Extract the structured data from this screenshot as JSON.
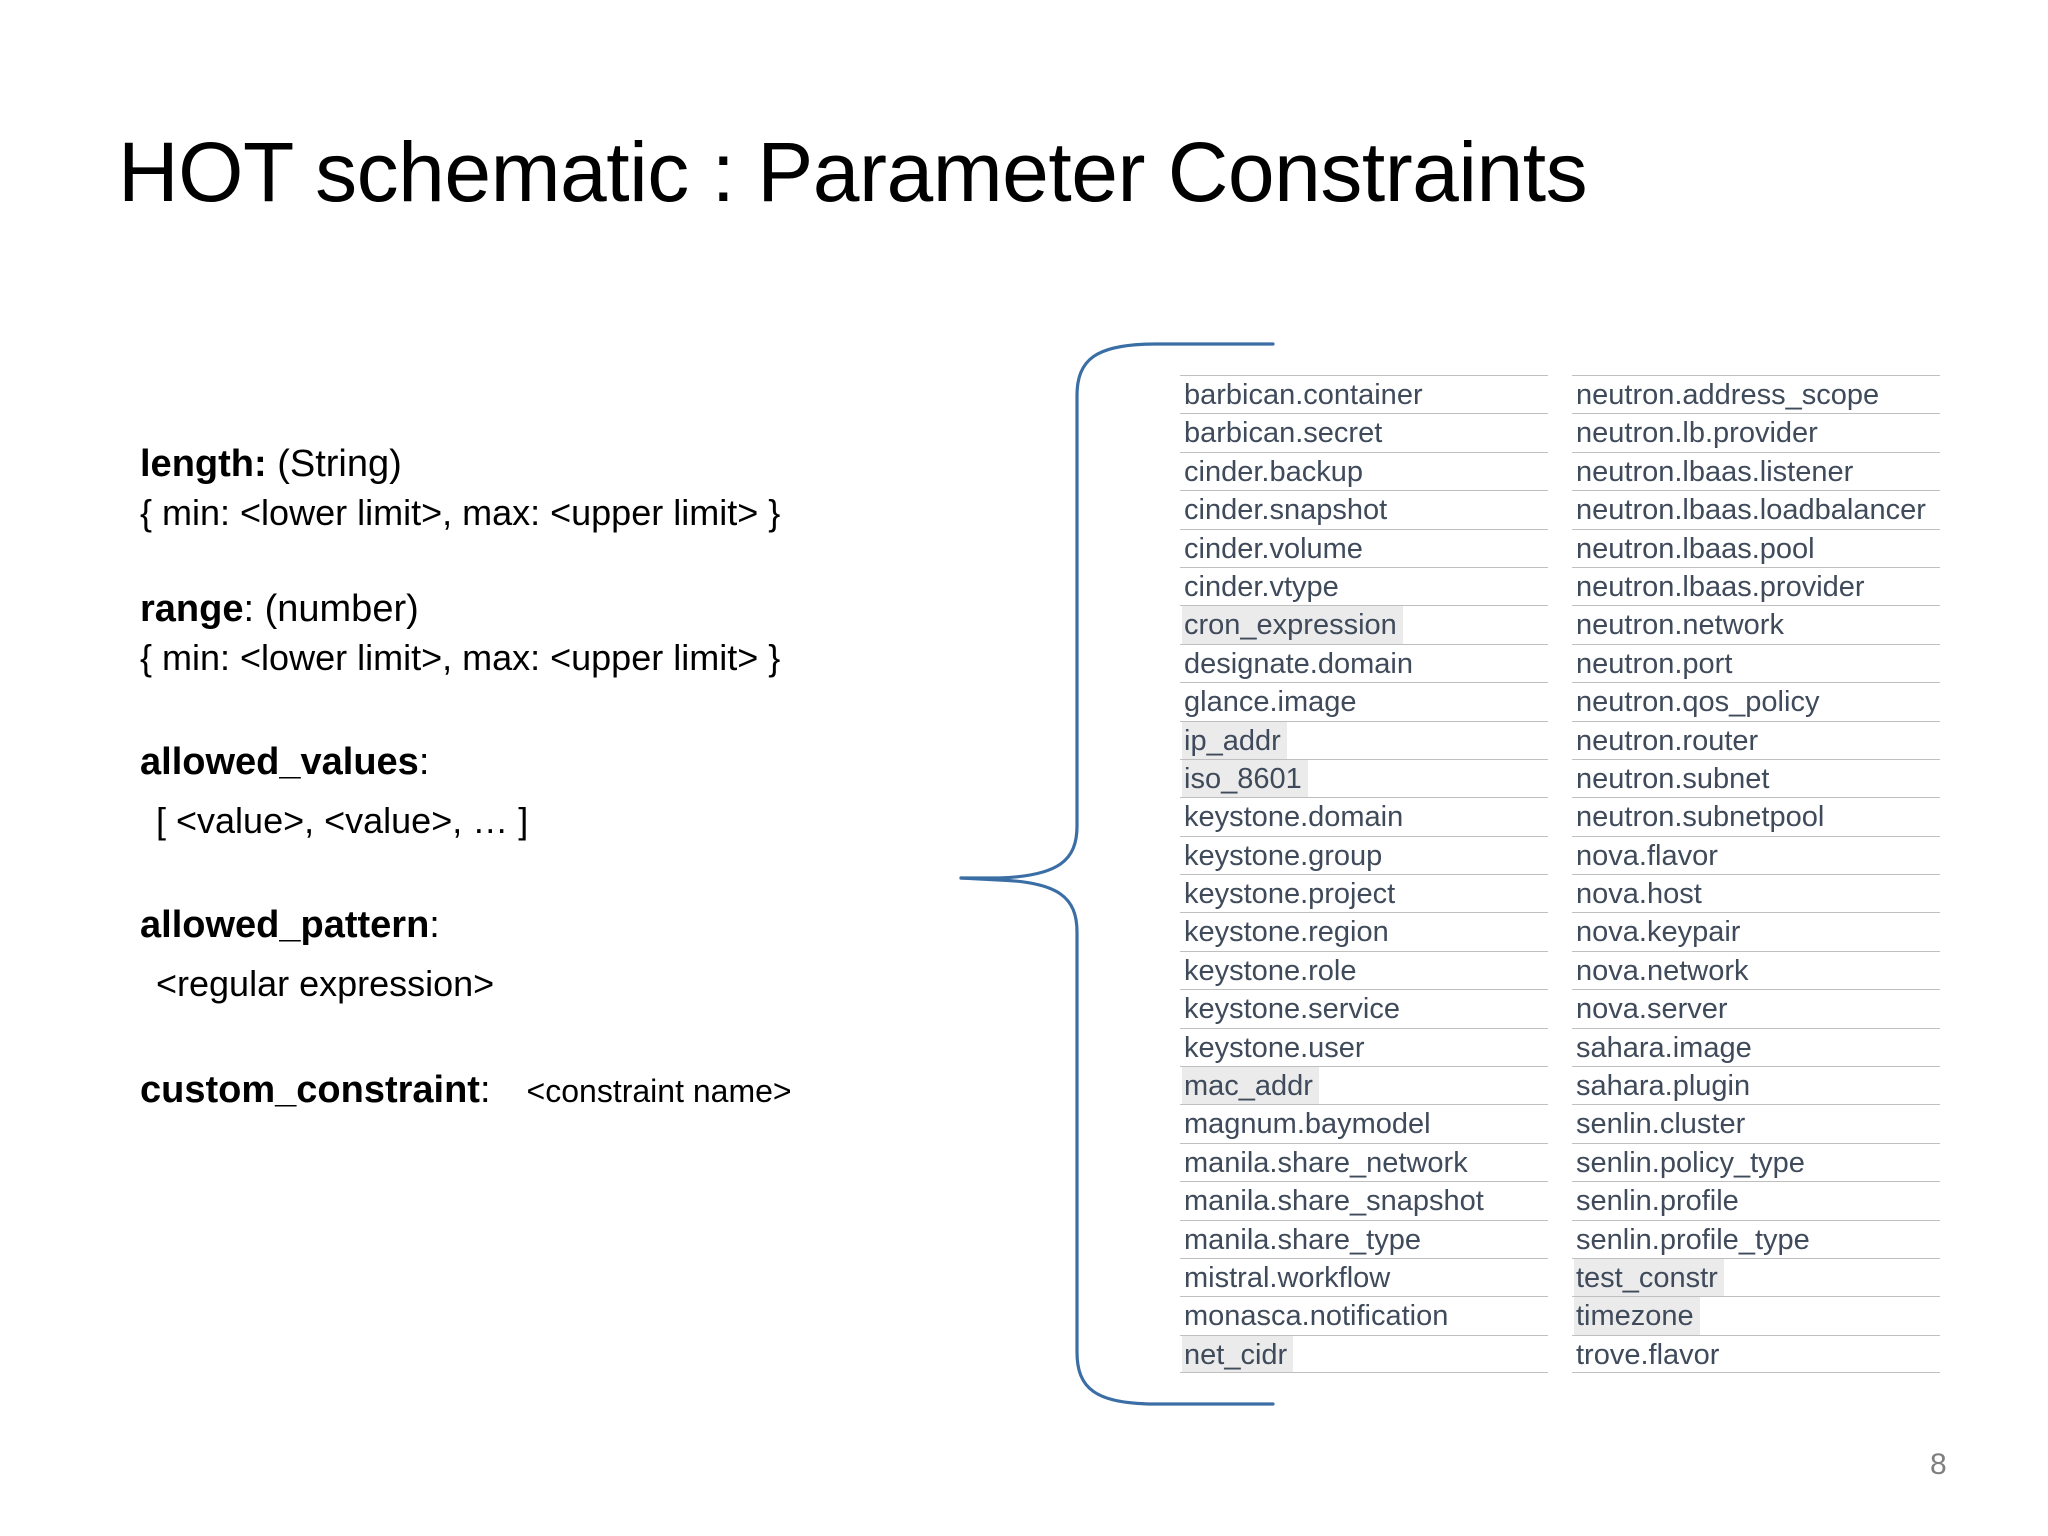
{
  "slide": {
    "title": "HOT schematic : Parameter Constraints",
    "page_number": "8"
  },
  "constraints": {
    "length": {
      "keyword": "length",
      "keyword_tail": ":",
      "type": "(String)",
      "syntax": "{ min: <lower limit>, max: <upper limit> }"
    },
    "range": {
      "keyword": "range",
      "keyword_tail": ":",
      "type": "(number)",
      "syntax": "{ min: <lower limit>, max: <upper limit> }"
    },
    "allowed_values": {
      "keyword": "allowed_values",
      "keyword_tail": ":",
      "syntax": "[ <value>, <value>, … ]"
    },
    "allowed_pattern": {
      "keyword": "allowed_pattern",
      "keyword_tail": ":",
      "syntax": "<regular expression>"
    },
    "custom_constraint": {
      "keyword": "custom_constraint",
      "keyword_tail": ":",
      "value": "<constraint name>"
    }
  },
  "constraint_table": {
    "columns": [
      {
        "rows": [
          {
            "name": "barbican.container",
            "highlighted": false
          },
          {
            "name": "barbican.secret",
            "highlighted": false
          },
          {
            "name": "cinder.backup",
            "highlighted": false
          },
          {
            "name": "cinder.snapshot",
            "highlighted": false
          },
          {
            "name": "cinder.volume",
            "highlighted": false
          },
          {
            "name": "cinder.vtype",
            "highlighted": false
          },
          {
            "name": "cron_expression",
            "highlighted": true
          },
          {
            "name": "designate.domain",
            "highlighted": false
          },
          {
            "name": "glance.image",
            "highlighted": false
          },
          {
            "name": "ip_addr",
            "highlighted": true
          },
          {
            "name": "iso_8601",
            "highlighted": true
          },
          {
            "name": "keystone.domain",
            "highlighted": false
          },
          {
            "name": "keystone.group",
            "highlighted": false
          },
          {
            "name": "keystone.project",
            "highlighted": false
          },
          {
            "name": "keystone.region",
            "highlighted": false
          },
          {
            "name": "keystone.role",
            "highlighted": false
          },
          {
            "name": "keystone.service",
            "highlighted": false
          },
          {
            "name": "keystone.user",
            "highlighted": false
          },
          {
            "name": "mac_addr",
            "highlighted": true
          },
          {
            "name": "magnum.baymodel",
            "highlighted": false
          },
          {
            "name": "manila.share_network",
            "highlighted": false
          },
          {
            "name": "manila.share_snapshot",
            "highlighted": false
          },
          {
            "name": "manila.share_type",
            "highlighted": false
          },
          {
            "name": "mistral.workflow",
            "highlighted": false
          },
          {
            "name": "monasca.notification",
            "highlighted": false
          },
          {
            "name": "net_cidr",
            "highlighted": true
          }
        ]
      },
      {
        "rows": [
          {
            "name": "neutron.address_scope",
            "highlighted": false
          },
          {
            "name": "neutron.lb.provider",
            "highlighted": false
          },
          {
            "name": "neutron.lbaas.listener",
            "highlighted": false
          },
          {
            "name": "neutron.lbaas.loadbalancer",
            "highlighted": false
          },
          {
            "name": "neutron.lbaas.pool",
            "highlighted": false
          },
          {
            "name": "neutron.lbaas.provider",
            "highlighted": false
          },
          {
            "name": "neutron.network",
            "highlighted": false
          },
          {
            "name": "neutron.port",
            "highlighted": false
          },
          {
            "name": "neutron.qos_policy",
            "highlighted": false
          },
          {
            "name": "neutron.router",
            "highlighted": false
          },
          {
            "name": "neutron.subnet",
            "highlighted": false
          },
          {
            "name": "neutron.subnetpool",
            "highlighted": false
          },
          {
            "name": "nova.flavor",
            "highlighted": false
          },
          {
            "name": "nova.host",
            "highlighted": false
          },
          {
            "name": "nova.keypair",
            "highlighted": false
          },
          {
            "name": "nova.network",
            "highlighted": false
          },
          {
            "name": "nova.server",
            "highlighted": false
          },
          {
            "name": "sahara.image",
            "highlighted": false
          },
          {
            "name": "sahara.plugin",
            "highlighted": false
          },
          {
            "name": "senlin.cluster",
            "highlighted": false
          },
          {
            "name": "senlin.policy_type",
            "highlighted": false
          },
          {
            "name": "senlin.profile",
            "highlighted": false
          },
          {
            "name": "senlin.profile_type",
            "highlighted": false
          },
          {
            "name": "test_constr",
            "highlighted": true
          },
          {
            "name": "timezone",
            "highlighted": true
          },
          {
            "name": "trove.flavor",
            "highlighted": false
          }
        ]
      }
    ]
  },
  "colors": {
    "brace": "#3a6ea5",
    "table_text": "#3f4a5a",
    "table_rule": "#bfbfbf",
    "row_highlight": "#ebebeb",
    "page_number": "#7f7f7f"
  }
}
